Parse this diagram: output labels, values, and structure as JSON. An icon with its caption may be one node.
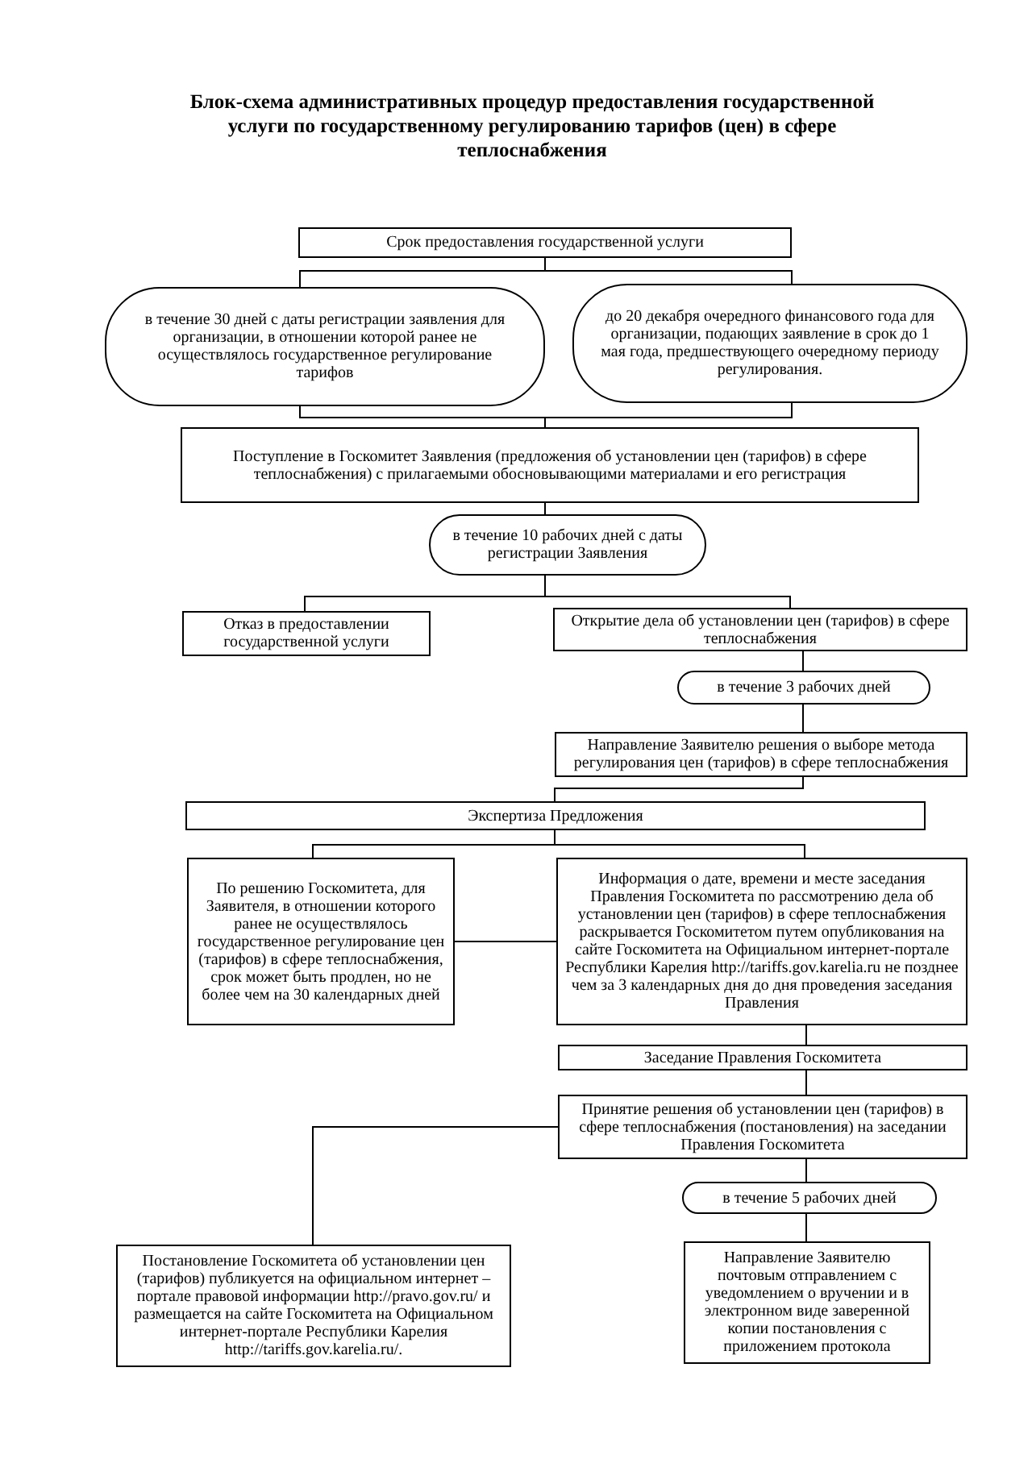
{
  "diagram": {
    "title": "Блок-схема административных процедур предоставления государственной услуги по государственному регулированию тарифов (цен) в сфере теплоснабжения",
    "nodes": [
      {
        "text": [
          "Срок предоставления государственной услуги"
        ]
      },
      {
        "text": [
          "в течение 30 дней с даты регистрации заявления для организации, в отношении которой ранее не осуществлялось государственное регулирование тарифов"
        ]
      },
      {
        "text": [
          "до 20 декабря очередного финансового года для организации, подающих заявление в срок до 1 мая года, предшествующего очередному периоду регулирования."
        ]
      },
      {
        "text": [
          "Поступление в Госкомитет Заявления (предложения об установлении цен (тарифов) в сфере теплоснабжения) с прилагаемыми обосновывающими материалами и его регистрация"
        ]
      },
      {
        "text": [
          "в течение 10 рабочих дней с даты регистрации Заявления"
        ]
      },
      {
        "text": [
          "Отказ в предоставлении государственной услуги"
        ]
      },
      {
        "text": [
          "Открытие дела об установлении цен (тарифов) в сфере теплоснабжения"
        ]
      },
      {
        "text": [
          "в течение 3 рабочих дней"
        ]
      },
      {
        "text": [
          "Направление Заявителю решения о выборе метода регулирования цен (тарифов) в сфере теплоснабжения"
        ]
      },
      {
        "text": [
          "Экспертиза Предложения"
        ]
      },
      {
        "text": [
          "По решению Госкомитета, для Заявителя, в отношении которого ранее не осуществлялось государственное регулирование цен (тарифов) в сфере теплоснабжения, срок может быть продлен, но не более чем на 30 календарных дней"
        ]
      },
      {
        "text": [
          "Информация о дате, времени и месте заседания Правления Госкомитета по рассмотрению дела об установлении цен (тарифов) в сфере теплоснабжения раскрывается Госкомитетом путем опубликования на сайте Госкомитета на Официальном интернет-портале Республики Карелия http://tariffs.gov.karelia.ru не позднее чем за 3 календарных дня до дня проведения заседания Правления"
        ]
      },
      {
        "text": [
          "Заседание Правления Госкомитета"
        ]
      },
      {
        "text": [
          "Принятие решения об установлении цен (тарифов) в сфере теплоснабжения (постановления) на заседании Правления Госкомитета"
        ]
      },
      {
        "text": [
          "в течение 5 рабочих дней"
        ]
      },
      {
        "text": [
          "Постановление Госкомитета об установлении цен (тарифов) публикуется на официальном интернет – портале правовой информации http://pravo.gov.ru/ и размещается на сайте Госкомитета на Официальном интернет-портале Республики Карелия http://tariffs.gov.karelia.ru/."
        ]
      },
      {
        "text": [
          "Направление Заявителю почтовым отправлением с уведомлением о вручении и в электронном виде заверенной копии постановления с приложением протокола"
        ]
      }
    ],
    "edges": [
      {
        "from": 0,
        "to": 1,
        "arrow": "none"
      },
      {
        "from": 0,
        "to": 2,
        "arrow": "none"
      },
      {
        "from": 1,
        "to": 3,
        "arrow": "none"
      },
      {
        "from": 2,
        "to": 3,
        "arrow": "none"
      },
      {
        "from": 3,
        "to": 4,
        "arrow": "none"
      },
      {
        "from": 4,
        "to": 5,
        "arrow": "none"
      },
      {
        "from": 4,
        "to": 6,
        "arrow": "none"
      },
      {
        "from": 6,
        "to": 7,
        "arrow": "none"
      },
      {
        "from": 7,
        "to": 8,
        "arrow": "none"
      },
      {
        "from": 8,
        "to": 9,
        "arrow": "none"
      },
      {
        "from": 9,
        "to": 10,
        "arrow": "none"
      },
      {
        "from": 9,
        "to": 11,
        "arrow": "none"
      },
      {
        "from": 10,
        "to": 11,
        "arrow": "none"
      },
      {
        "from": 11,
        "to": 12,
        "arrow": "none"
      },
      {
        "from": 12,
        "to": 13,
        "arrow": "none"
      },
      {
        "from": 13,
        "to": 14,
        "arrow": "none"
      },
      {
        "from": 13,
        "to": 15,
        "arrow": "none"
      },
      {
        "from": 14,
        "to": 16,
        "arrow": "none"
      }
    ]
  }
}
